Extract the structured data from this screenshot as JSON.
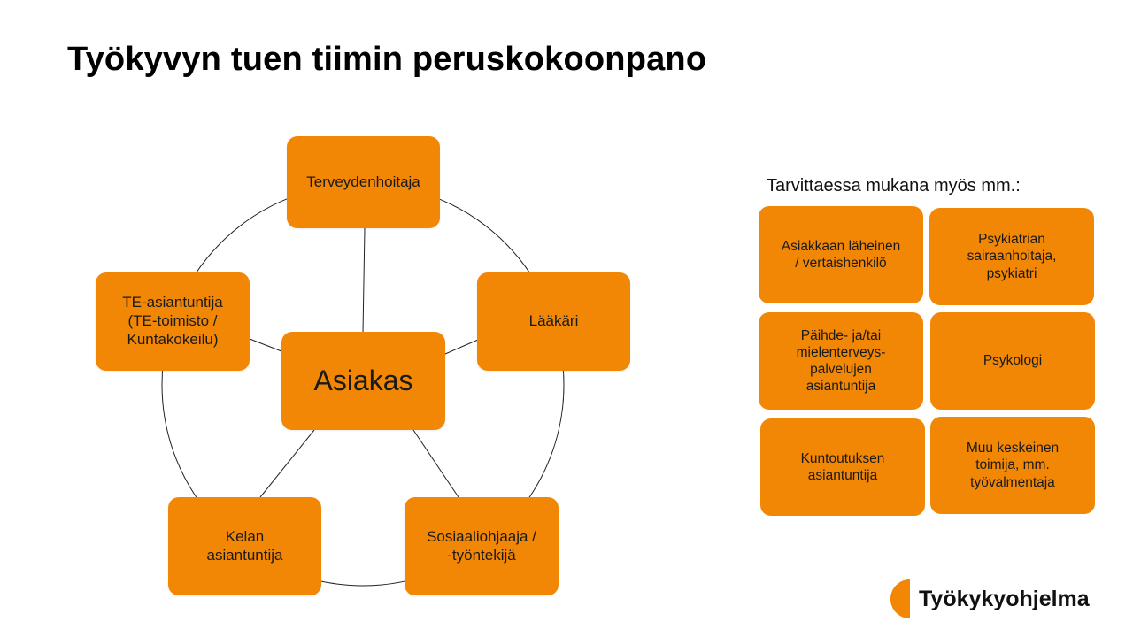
{
  "slide": {
    "title": "Työkyvyn tuen tiimin peruskokoonpano"
  },
  "diagram": {
    "center": "Asiakas",
    "nodes": [
      {
        "id": "terveydenhoitaja",
        "label": "Terveydenhoitaja"
      },
      {
        "id": "laakari",
        "label": "Lääkäri"
      },
      {
        "id": "sosiaaliohjaaja",
        "label": "Sosiaaliohjaaja /\n-työntekijä"
      },
      {
        "id": "kela",
        "label": "Kelan\nasiantuntija"
      },
      {
        "id": "te",
        "label": "TE-asiantuntija\n(TE-toimisto /\nKuntakokeilu)"
      }
    ],
    "color": "#f28705"
  },
  "side_panel": {
    "heading": "Tarvittaessa mukana myös mm.:",
    "items": [
      "Asiakkaan läheinen\n/ vertaishenkilö",
      "Psykiatrian\nsairaanhoitaja,\npsykiatri",
      "Päihde- ja/tai\nmielenterveys-\npalvelujen\nasiantuntija",
      "Psykologi",
      "Kuntoutuksen\nasiantuntija",
      "Muu keskeinen\ntoimija, mm.\ntyövalmentaja"
    ]
  },
  "logo": {
    "text": "Työkykyohjelma",
    "icon": "half-circle-logo-icon",
    "color": "#f28705"
  }
}
